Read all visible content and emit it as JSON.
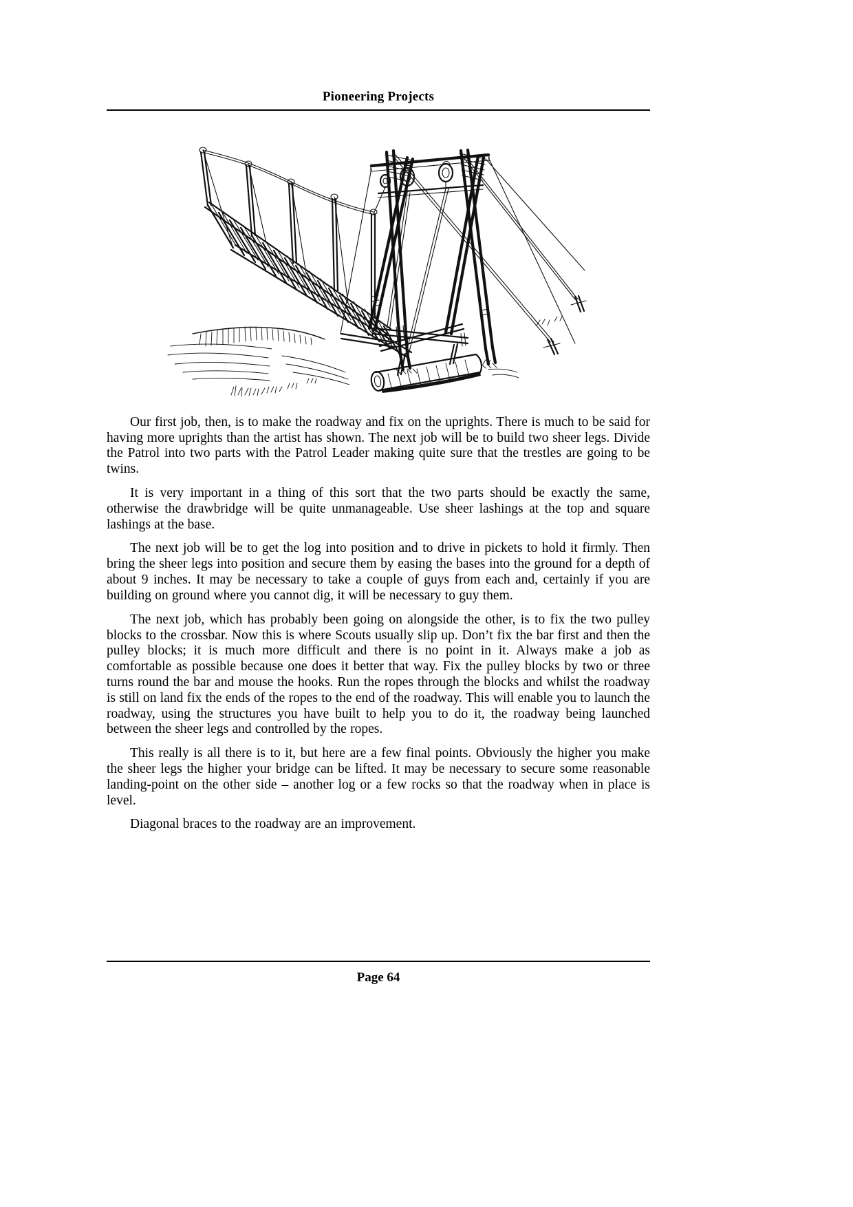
{
  "header": {
    "running_head": "Pioneering Projects"
  },
  "figure": {
    "name": "drawbridge-illustration",
    "description": "Line drawing of a Scout pioneering drawbridge: a ladder-like plank roadway hoisted by ropes from two tall sheer legs lashed at the top, with pulley blocks on a crossbar, guy ropes running to the ground, a log counterweight and pickets at the bank, and a river with hatched banks below."
  },
  "body": {
    "paragraphs": [
      "Our first job, then, is to make the roadway and fix on the uprights. There is much to be said for having more uprights than the artist has shown. The next job will be to build two sheer legs. Divide the Patrol into two parts with the Patrol Leader making quite sure that the trestles are going to be twins.",
      "It is very important in a thing of this sort that the two parts should be exactly the same, otherwise the drawbridge will be quite unmanageable. Use sheer lashings at the top and square lashings at the base.",
      "The next job will be to get the log into position and to drive in pickets to hold it firmly. Then bring the sheer legs into position and secure them by easing the bases into the ground for a depth of about 9 inches. It may be necessary to take a couple of guys from each and, certainly if you are building on ground where you cannot dig, it will be necessary to guy them.",
      "The next job, which has probably been going on alongside the other, is to fix the two pulley blocks to the crossbar. Now this is where Scouts usually slip up. Don’t fix the bar first and then the pulley blocks; it is much more difficult and there is no point in it. Always make a job as comfortable as possible because one does it better that way. Fix the pulley blocks by two or three turns round the bar and mouse the hooks. Run the ropes through the blocks and whilst the roadway is still on land fix the ends of the ropes to the end of the roadway. This will enable you to launch the roadway, using the structures you have built to help you to do it, the roadway being launched between the sheer legs and controlled by the ropes.",
      "This really is all there is to it, but here are a few final points. Obviously the higher you make the sheer legs the higher your bridge can be lifted. It may be necessary to secure some reasonable landing-point on the other side – another log or a few rocks so that the roadway when in place is level.",
      "Diagonal braces to the roadway are an improvement."
    ]
  },
  "footer": {
    "page_label": "Page 64"
  }
}
